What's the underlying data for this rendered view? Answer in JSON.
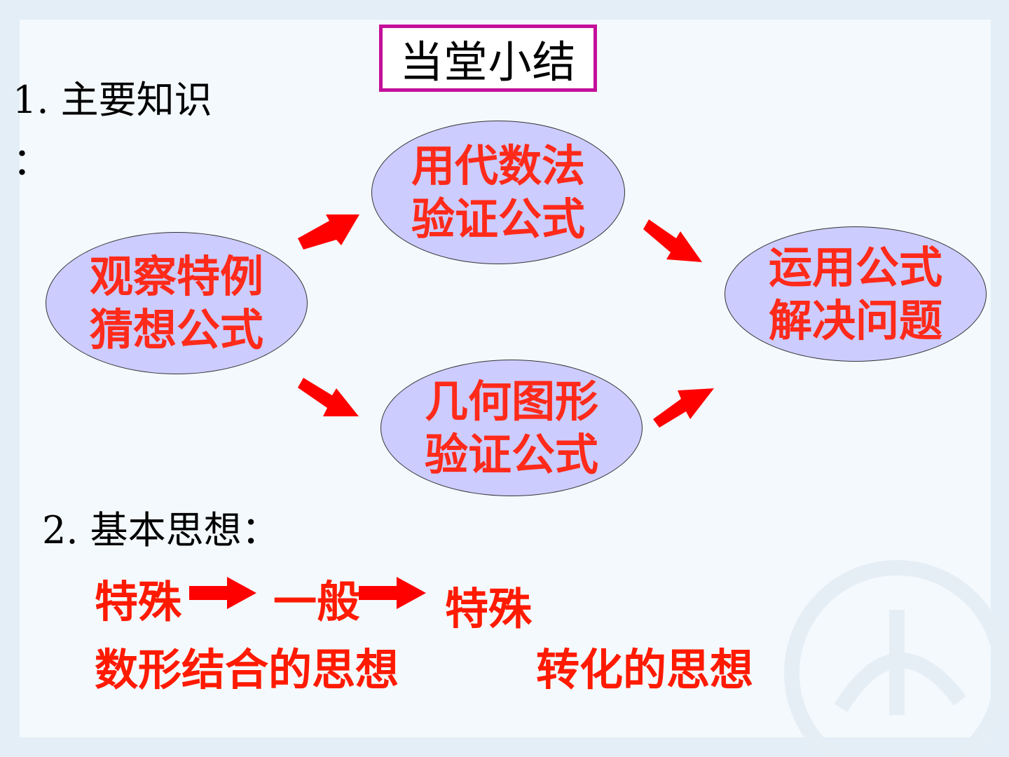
{
  "title": "当堂小结",
  "section1": {
    "heading": "1. 主要知识",
    "colon": "："
  },
  "nodes": {
    "observe": [
      "观察特例",
      "猜想公式"
    ],
    "algebra": [
      "用代数法",
      "验证公式"
    ],
    "geometry": [
      "几何图形",
      "验证公式"
    ],
    "apply": [
      "运用公式",
      "解决问题"
    ]
  },
  "section2": {
    "heading": "2. 基本思想：",
    "flow": [
      "特殊",
      "一般",
      "特殊"
    ],
    "ideas": [
      "数形结合的思想",
      "转化的思想"
    ]
  },
  "colors": {
    "node_fill": "#ccccff",
    "node_text": "#ff2a1a",
    "arrow": "#ff0000",
    "title_border": "#c40f9a"
  }
}
